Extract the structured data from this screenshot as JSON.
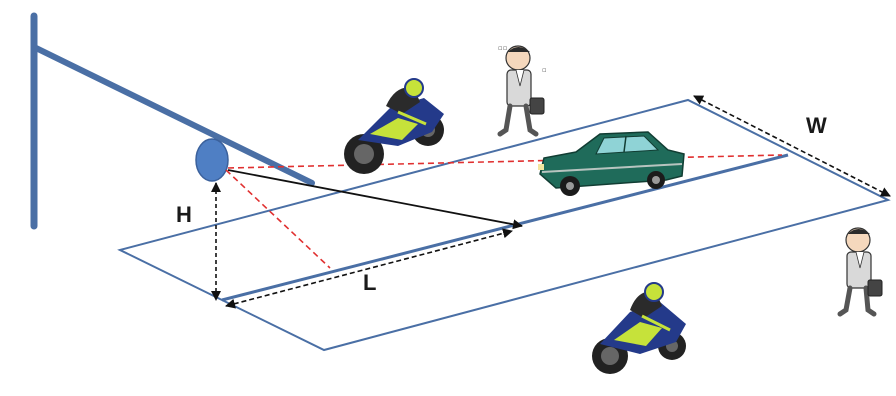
{
  "labels": {
    "height": "H",
    "length": "L",
    "width": "W"
  },
  "icons": [
    "motorcycle-icon",
    "person-icon",
    "car-icon"
  ],
  "colors": {
    "pole": "#4a6fa5",
    "lamp": "#4f7fc4",
    "road_edge": "#4a6fa5",
    "sight_lines": "#e03030",
    "dimension_lines": "#111111",
    "car_body": "#1f6b5a",
    "car_window": "#8fd3d6",
    "motorcycle_body": "#243a8a",
    "motorcycle_accent": "#c6e23a",
    "person_skin": "#f5d8bd",
    "person_clothes": "#d9d9d9"
  }
}
